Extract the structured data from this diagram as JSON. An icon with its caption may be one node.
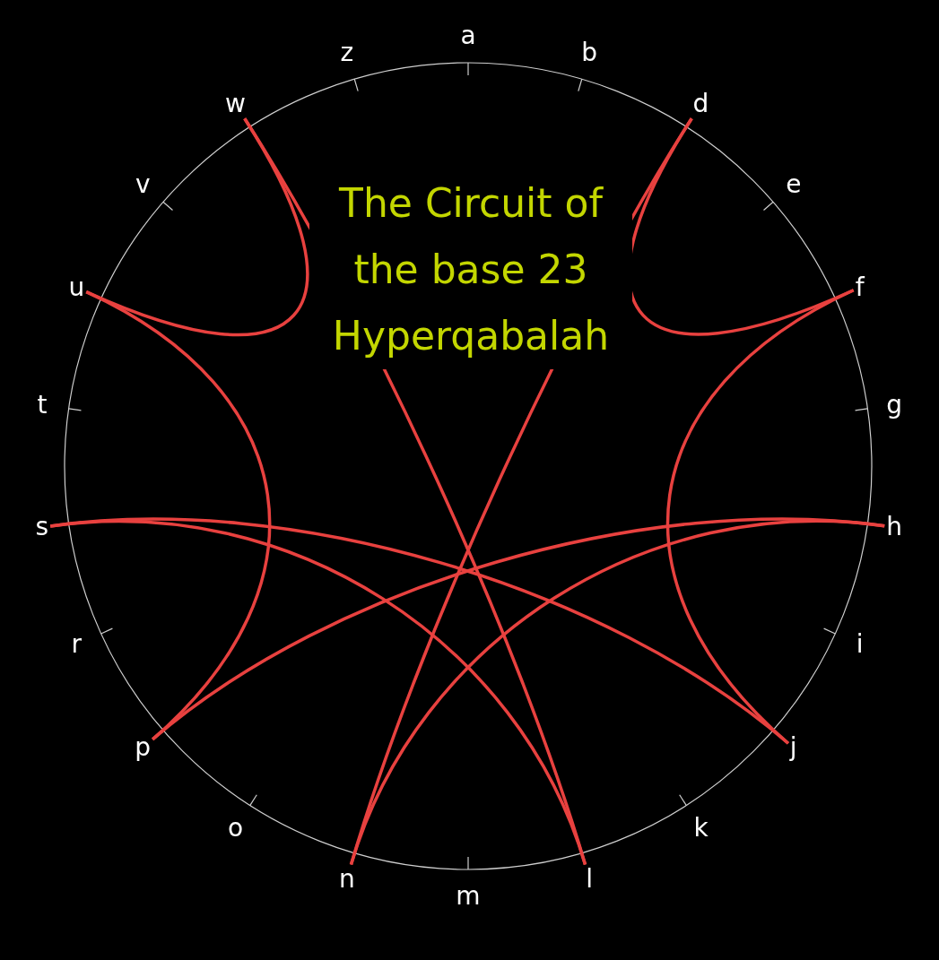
{
  "diagram": {
    "title": "The Circuit of the base 23 Hyperqabalah",
    "nodes": [
      {
        "text": [
          "a"
        ]
      },
      {
        "text": [
          "b"
        ]
      },
      {
        "text": [
          "d"
        ]
      },
      {
        "text": [
          "e"
        ]
      },
      {
        "text": [
          "f"
        ]
      },
      {
        "text": [
          "g"
        ]
      },
      {
        "text": [
          "h"
        ]
      },
      {
        "text": [
          "i"
        ]
      },
      {
        "text": [
          "j"
        ]
      },
      {
        "text": [
          "k"
        ]
      },
      {
        "text": [
          "l"
        ]
      },
      {
        "text": [
          "m"
        ]
      },
      {
        "text": [
          "n"
        ]
      },
      {
        "text": [
          "o"
        ]
      },
      {
        "text": [
          "p"
        ]
      },
      {
        "text": [
          "r"
        ]
      },
      {
        "text": [
          "s"
        ]
      },
      {
        "text": [
          "t"
        ]
      },
      {
        "text": [
          "u"
        ]
      },
      {
        "text": [
          "v"
        ]
      },
      {
        "text": [
          "w"
        ]
      },
      {
        "text": [
          "z"
        ]
      }
    ],
    "edges": [
      {
        "from": 20,
        "to": 18,
        "arrow": "none"
      },
      {
        "from": 18,
        "to": 14,
        "arrow": "none"
      },
      {
        "from": 14,
        "to": 6,
        "arrow": "none"
      },
      {
        "from": 6,
        "to": 12,
        "arrow": "none"
      },
      {
        "from": 12,
        "to": 2,
        "arrow": "none"
      },
      {
        "from": 2,
        "to": 4,
        "arrow": "none"
      },
      {
        "from": 4,
        "to": 8,
        "arrow": "none"
      },
      {
        "from": 8,
        "to": 16,
        "arrow": "none"
      },
      {
        "from": 16,
        "to": 10,
        "arrow": "none"
      },
      {
        "from": 10,
        "to": 20,
        "arrow": "none"
      }
    ]
  }
}
